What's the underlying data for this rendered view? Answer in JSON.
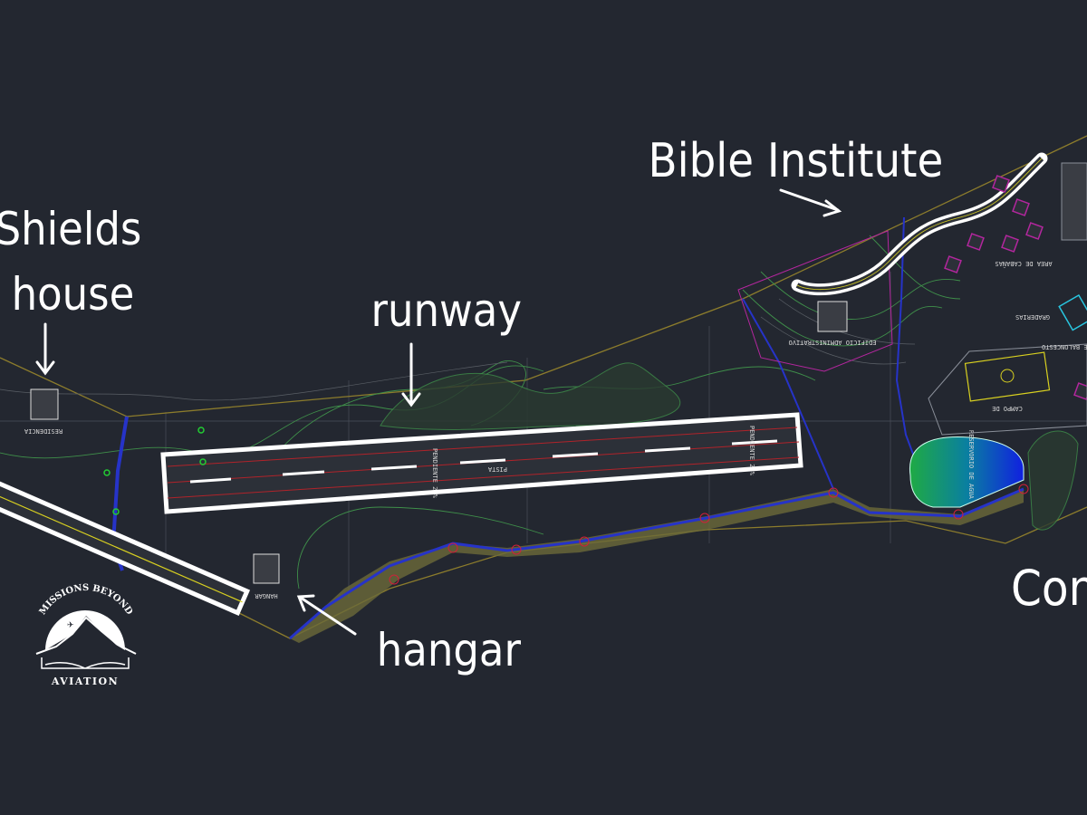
{
  "annotations": {
    "shields_house_line1": "Shields",
    "shields_house_line2": "house",
    "runway": "runway",
    "bible_institute": "Bible Institute",
    "hangar": "hangar",
    "cut_label": "Con-"
  },
  "cad_labels": {
    "residencia": "RESIDENCIA",
    "hangar": "HANGAR",
    "pista": "PISTA",
    "slope_left": "PENDIENTE 2 %",
    "slope_right": "PENDIENTE 2 %",
    "admin_building": "EDIFICIO ADMINISTRATIVO",
    "cabins_area": "AREA DE CABAÑAS",
    "field": "CAMPO DE",
    "court": "CANCHA DE BALONCESTO",
    "stands": "GRADERIAS",
    "reservoir": "RESERVORIO DE AGUA"
  },
  "logo": {
    "top": "MISSIONS BEYOND",
    "bottom": "AVIATION"
  },
  "colors": {
    "background": "#232730",
    "boundary": "#8c7c2c",
    "contour": "#3f8f4a",
    "drainage": "#2633c8",
    "runway_stripe": "#b0232a",
    "building": "#b3269e"
  }
}
